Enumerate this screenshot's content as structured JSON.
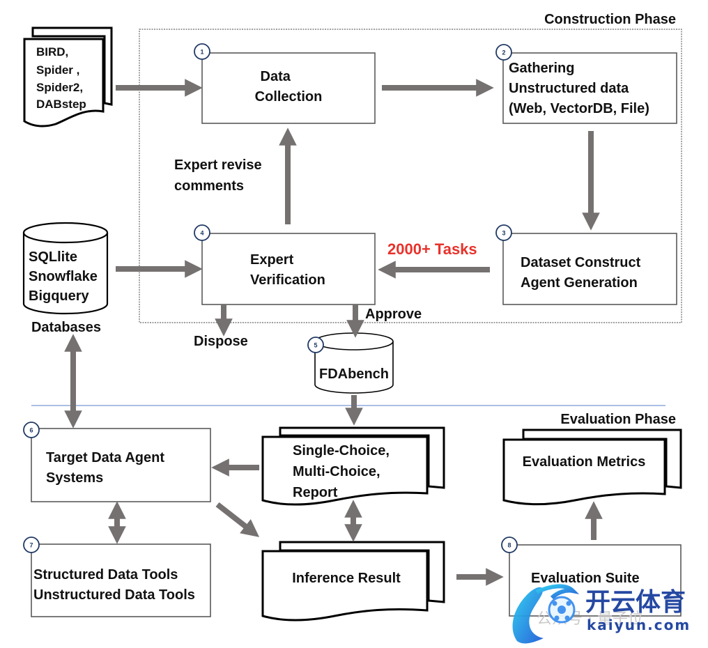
{
  "colors": {
    "arrow": "#767171",
    "box_border": "#595959",
    "badge": "#1f3864",
    "highlight": "#e8322b",
    "divider": "#8eaadb",
    "text": "#111111"
  },
  "phases": {
    "construction": "Construction Phase",
    "evaluation": "Evaluation Phase"
  },
  "sources": {
    "benchmarks": [
      "BIRD,",
      "Spider ,",
      "Spider2,",
      "DABstep"
    ],
    "databases": [
      "SQLlite",
      "Snowflake",
      "Bigquery"
    ],
    "databases_caption": "Databases"
  },
  "steps": [
    {
      "num": "1",
      "lines": [
        "Data",
        "Collection"
      ]
    },
    {
      "num": "2",
      "lines": [
        "Gathering",
        "Unstructured data",
        "(Web, VectorDB, File)"
      ]
    },
    {
      "num": "3",
      "lines": [
        "Dataset Construct",
        "Agent Generation"
      ]
    },
    {
      "num": "4",
      "lines": [
        "Expert",
        "Verification"
      ]
    },
    {
      "num": "5",
      "lines": [
        "FDAbench"
      ]
    },
    {
      "num": "6",
      "lines": [
        "Target Data Agent",
        "Systems"
      ]
    },
    {
      "num": "7",
      "lines": [
        "Structured Data Tools",
        "Unstructured Data Tools"
      ]
    },
    {
      "num": "8",
      "lines": [
        "Evaluation Suite"
      ]
    }
  ],
  "documents": {
    "question_types": [
      "Single-Choice,",
      "Multi-Choice,",
      "Report"
    ],
    "inference": "Inference Result",
    "metrics": "Evaluation Metrics"
  },
  "edge_labels": {
    "revise": [
      "Expert revise",
      "comments"
    ],
    "tasks": "2000+ Tasks",
    "approve": "Approve",
    "dispose": "Dispose"
  },
  "watermark": {
    "brand_cn": "开云体育",
    "brand_en": "kaiyun.com",
    "faint": "公众号 · 量子位"
  }
}
